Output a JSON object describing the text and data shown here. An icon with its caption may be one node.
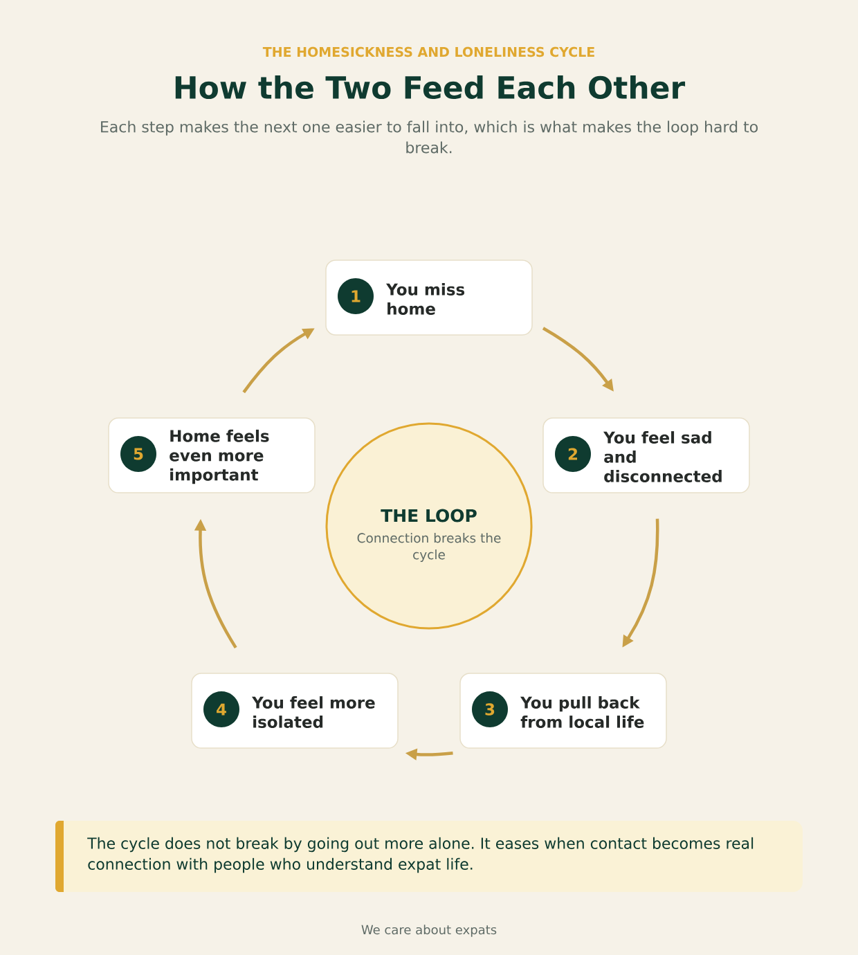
{
  "diagram": {
    "title": "How the Two Feed Each Other",
    "nodes": [
      {
        "text": [
          "You miss home"
        ]
      },
      {
        "text": [
          "1"
        ],
        "in": 0
      },
      {
        "text": [
          "You feel sad and disconnected"
        ]
      },
      {
        "text": [
          "2"
        ],
        "in": 2
      },
      {
        "text": [
          "You pull back from local life"
        ]
      },
      {
        "text": [
          "3"
        ],
        "in": 4
      },
      {
        "text": [
          "You feel more isolated"
        ]
      },
      {
        "text": [
          "4"
        ],
        "in": 6
      },
      {
        "text": [
          "Home feels even more important"
        ]
      },
      {
        "text": [
          "5"
        ],
        "in": 8
      },
      {
        "text": [
          "THE LOOP",
          "Connection breaks the cycle"
        ]
      },
      {
        "text": [
          "The cycle does not break by going out more alone. It eases when contact becomes real connection with people who understand expat life."
        ]
      }
    ],
    "edges": [
      {
        "from": 0,
        "to": 2,
        "arrow": "to"
      },
      {
        "from": 2,
        "to": 4,
        "arrow": "to"
      },
      {
        "from": 4,
        "to": 6,
        "arrow": "to"
      },
      {
        "from": 6,
        "to": 8,
        "arrow": "to"
      },
      {
        "from": 8,
        "to": 0,
        "arrow": "to"
      }
    ],
    "labels": [
      "THE HOMESICKNESS AND LONELINESS CYCLE",
      "Each step makes the next one easier to fall into, which is what makes the loop hard to break.",
      "We care about expats"
    ]
  }
}
